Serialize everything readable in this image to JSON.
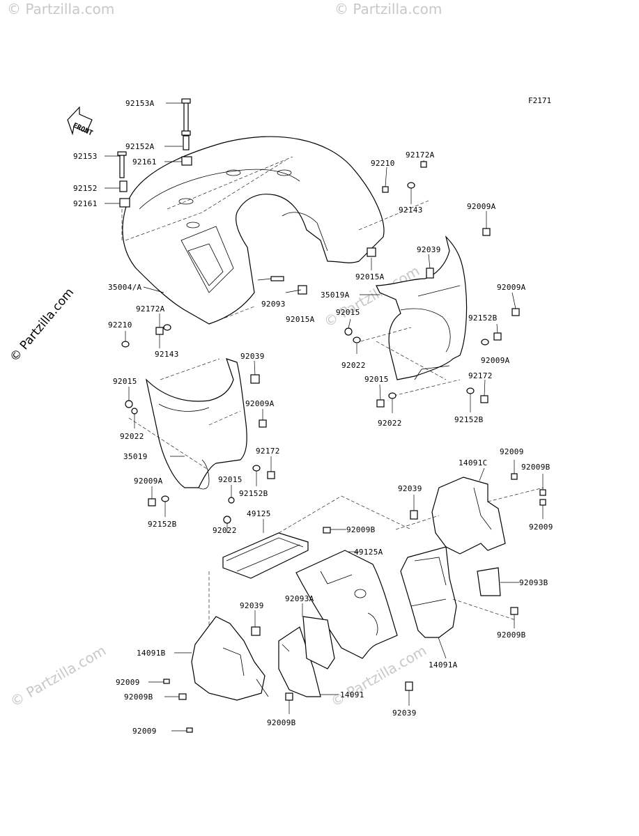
{
  "figure_code": "F2171",
  "front_arrow_text": "FRONT",
  "watermarks": {
    "main": "© Partzilla.com",
    "faint": "© Partzilla.com"
  },
  "labels": {
    "l_92153A": "92153A",
    "l_92152A": "92152A",
    "l_92161": "92161",
    "l_92153": "92153",
    "l_92152": "92152",
    "l_92161b": "92161",
    "l_35004A": "35004/A",
    "l_92172A": "92172A",
    "l_92210": "92210",
    "l_92143": "92143",
    "l_92093": "92093",
    "l_92015A": "92015A",
    "l_92210r": "92210",
    "l_92172Ar": "92172A",
    "l_92143r": "92143",
    "l_92015Ar": "92015A",
    "l_92009A_1": "92009A",
    "l_92039_r": "92039",
    "l_92009A_2": "92009A",
    "l_35019A": "35019A",
    "l_92015_r": "92015",
    "l_92152B_r": "92152B",
    "l_92009A_3": "92009A",
    "l_92022_r": "92022",
    "l_92015_r2": "92015",
    "l_92172_r": "92172",
    "l_92022_r2": "92022",
    "l_92152B_r2": "92152B",
    "l_92039_l": "92039",
    "l_92015_l": "92015",
    "l_92009A_l": "92009A",
    "l_92022_l": "92022",
    "l_35019": "35019",
    "l_92172_l": "92172",
    "l_92009A_l2": "92009A",
    "l_92015_l2": "92015",
    "l_92152B_l": "92152B",
    "l_92152B_l2": "92152B",
    "l_92022_l2": "92022",
    "l_49125": "49125",
    "l_92039_m": "92039",
    "l_14091C": "14091C",
    "l_92009_t": "92009",
    "l_92009B_t": "92009B",
    "l_92009_t2": "92009",
    "l_92009B_m": "92009B",
    "l_49125A": "49125A",
    "l_92093B": "92093B",
    "l_92009B_b": "92009B",
    "l_92039_b": "92039",
    "l_92093A": "92093A",
    "l_14091B": "14091B",
    "l_92009_b1": "92009",
    "l_92009B_b1": "92009B",
    "l_92009_b2": "92009",
    "l_14091": "14091",
    "l_92009B_b2": "92009B",
    "l_14091A": "14091A",
    "l_92039_bb": "92039"
  }
}
